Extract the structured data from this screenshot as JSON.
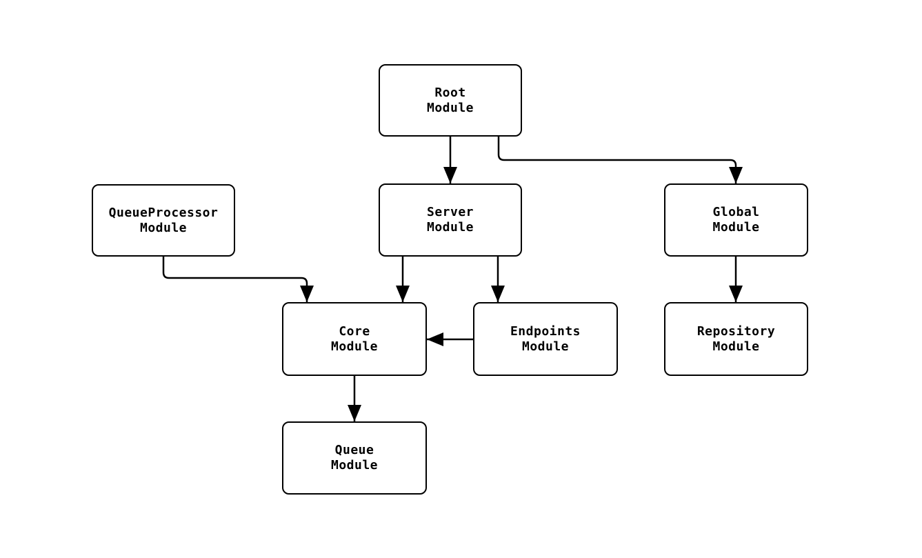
{
  "diagram": {
    "type": "flowchart",
    "direction": "top-down"
  },
  "colors": {
    "background": "#ffffff",
    "node_fill": "#ffffff",
    "node_border": "#000000",
    "edge": "#000000",
    "text": "#000000"
  },
  "nodes": {
    "root": {
      "line1": "Root",
      "line2": "Module"
    },
    "server": {
      "line1": "Server",
      "line2": "Module"
    },
    "global": {
      "line1": "Global",
      "line2": "Module"
    },
    "queueprocessor": {
      "line1": "QueueProcessor",
      "line2": "Module"
    },
    "core": {
      "line1": "Core",
      "line2": "Module"
    },
    "endpoints": {
      "line1": "Endpoints",
      "line2": "Module"
    },
    "repository": {
      "line1": "Repository",
      "line2": "Module"
    },
    "queue": {
      "line1": "Queue",
      "line2": "Module"
    }
  },
  "edges": [
    {
      "from": "Root Module",
      "to": "Server Module"
    },
    {
      "from": "Root Module",
      "to": "Global Module"
    },
    {
      "from": "QueueProcessor Module",
      "to": "Core Module"
    },
    {
      "from": "Server Module",
      "to": "Core Module"
    },
    {
      "from": "Server Module",
      "to": "Endpoints Module"
    },
    {
      "from": "Endpoints Module",
      "to": "Core Module"
    },
    {
      "from": "Global Module",
      "to": "Repository Module"
    },
    {
      "from": "Core Module",
      "to": "Queue Module"
    }
  ]
}
